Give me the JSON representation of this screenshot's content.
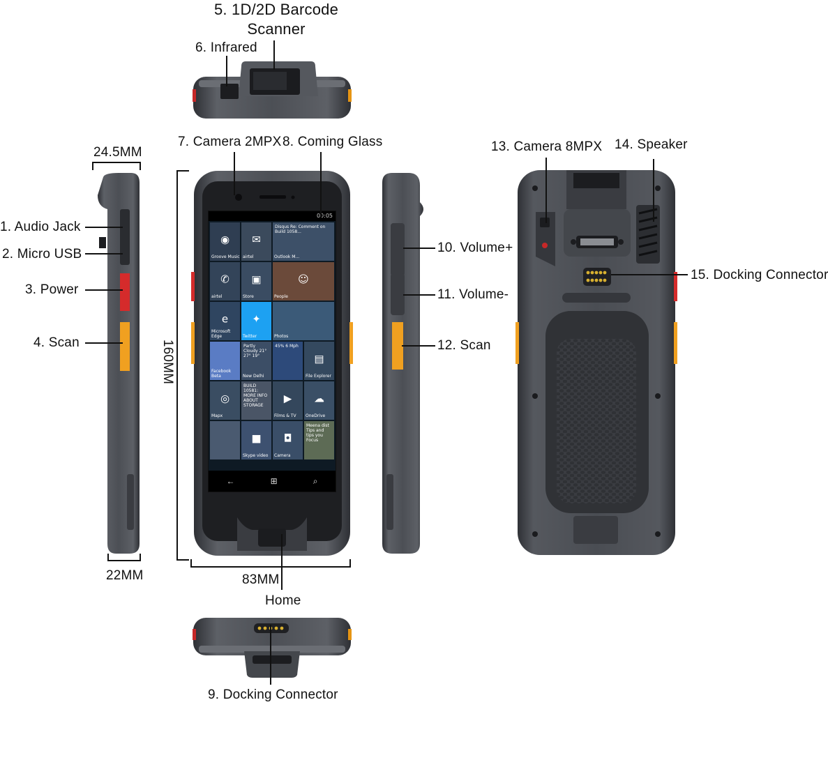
{
  "labels": {
    "barcode_scanner": "5. 1D/2D Barcode Scanner",
    "infrared": "6. Infrared",
    "camera_front": "7. Camera 2MPX",
    "glass": "8. Coming Glass",
    "docking_bottom": "9. Docking Connector",
    "volume_up": "10. Volume+",
    "volume_down": "11. Volume-",
    "scan_right": "12. Scan",
    "camera_rear": "13. Camera 8MPX",
    "speaker": "14. Speaker",
    "docking_rear": "15. Docking Connector",
    "audio_jack": "1. Audio Jack",
    "micro_usb": "2. Micro USB",
    "power": "3. Power",
    "scan_left": "4. Scan",
    "home": "Home"
  },
  "dimensions": {
    "thickness_top": "24.5MM",
    "thickness_bottom": "22MM",
    "height": "160MM",
    "width": "83MM"
  },
  "screen": {
    "status_time": "00:05",
    "tiles": [
      {
        "name": "Groove Music",
        "glyph": "◉",
        "color": "#2f3e52"
      },
      {
        "name": "airtel",
        "glyph": "✉",
        "color": "#3b4a5c"
      },
      {
        "name": "Outlook M...",
        "content": "Disqus Re: Comment on Build 1058...",
        "color": "#3d5068",
        "span": 2
      },
      {
        "name": "airtel",
        "glyph": "✆",
        "color": "#334459"
      },
      {
        "name": "Store",
        "glyph": "▣",
        "color": "#3a4c62"
      },
      {
        "name": "People",
        "glyph": "☺",
        "color": "#6b4a3a",
        "span": 2
      },
      {
        "name": "Microsoft Edge",
        "glyph": "e",
        "color": "#2f4560"
      },
      {
        "name": "Twitter",
        "glyph": "✦",
        "color": "#1da1f2"
      },
      {
        "name": "Photos",
        "glyph": "",
        "color": "#3b5a78",
        "span": 2
      },
      {
        "name": "Facebook Beta",
        "glyph": "",
        "color": "#5a7cc4"
      },
      {
        "name": "New Delhi",
        "content": "Partly Cloudy 21° 27° 19°",
        "color": "#3c4e66"
      },
      {
        "name": "",
        "content": "45% 6 Mph",
        "color": "#2d4a7a"
      },
      {
        "name": "File Explorer",
        "glyph": "▤",
        "color": "#34495f"
      },
      {
        "name": "Mapx",
        "glyph": "◎",
        "color": "#3a4d62"
      },
      {
        "name": "",
        "content": "BUILD 10581: MORE INFO ABOUT STORAGE",
        "color": "#4a5566"
      },
      {
        "name": "Films & TV",
        "glyph": "▶",
        "color": "#34475c"
      },
      {
        "name": "OneDrive",
        "glyph": "☁",
        "color": "#3a4f66"
      },
      {
        "name": "",
        "glyph": "",
        "color": "#4a5a70"
      },
      {
        "name": "Skype video",
        "glyph": "■",
        "color": "#3d5170"
      },
      {
        "name": "Camera",
        "glyph": "◘",
        "color": "#3a4e68"
      },
      {
        "name": "",
        "content": "Meena dist Tips and tips you Focus",
        "color": "#5d6b55"
      }
    ],
    "nav": [
      "←",
      "⊞",
      "⌕"
    ]
  }
}
